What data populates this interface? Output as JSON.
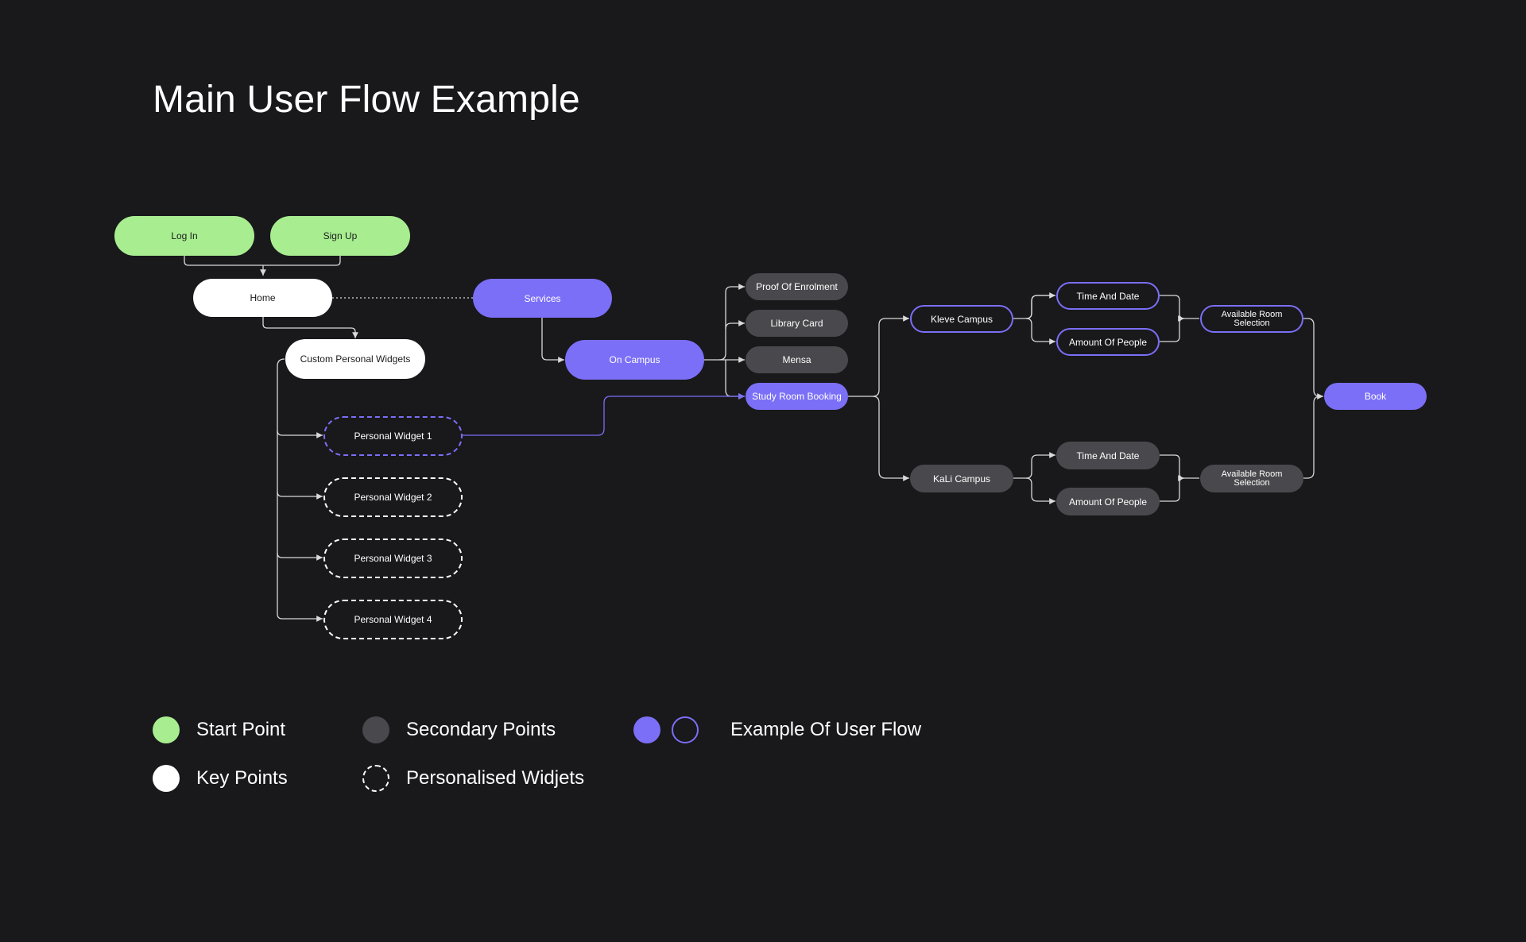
{
  "title": "Main User Flow Example",
  "colors": {
    "background": "#19181b",
    "start": "#a8ee90",
    "key": "#ffffff",
    "flow": "#7b6ff7",
    "secondary": "#49484c",
    "line": "#d9d9d9"
  },
  "nodes": {
    "log_in": "Log In",
    "sign_up": "Sign Up",
    "home": "Home",
    "services": "Services",
    "custom_personal_widgets": "Custom Personal Widgets",
    "personal_widget_1": "Personal Widget 1",
    "personal_widget_2": "Personal Widget 2",
    "personal_widget_3": "Personal Widget 3",
    "personal_widget_4": "Personal Widget 4",
    "on_campus": "On Campus",
    "proof_of_enrolment": "Proof Of Enrolment",
    "library_card": "Library Card",
    "mensa": "Mensa",
    "study_room_booking": "Study Room Booking",
    "kleve_campus": "Kleve Campus",
    "kali_campus": "KaLi Campus",
    "time_and_date_kleve": "Time And Date",
    "amount_of_people_kleve": "Amount Of People",
    "time_and_date_kali": "Time And Date",
    "amount_of_people_kali": "Amount Of People",
    "available_room_selection_kleve": "Available Room\nSelection",
    "available_room_selection_kali": "Available Room\nSelection",
    "book": "Book"
  },
  "legend": {
    "start_point": "Start Point",
    "secondary_points": "Secondary Points",
    "example_of_user_flow": "Example Of User Flow",
    "key_points": "Key Points",
    "personalised_widgets": "Personalised Widjets"
  }
}
